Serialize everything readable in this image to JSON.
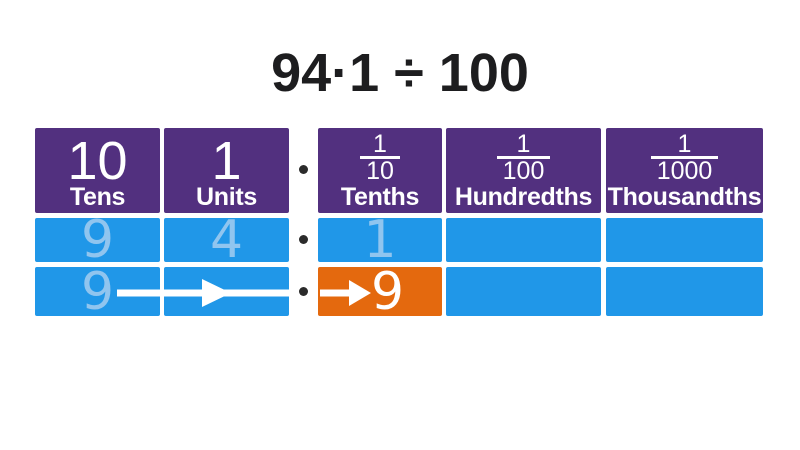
{
  "title": "94·1 ÷ 100",
  "colors": {
    "header_purple": "#52307f",
    "row_blue": "#2097e8",
    "highlight_orange": "#e4690e",
    "digit_light_blue": "#90c5ef",
    "decimal_dot": "#2b2b2b",
    "title_text": "#1d1d1f",
    "arrow_white": "#ffffff"
  },
  "table": {
    "headers": [
      {
        "value": "10",
        "label": "Tens"
      },
      {
        "value": "1",
        "label": "Units"
      },
      {
        "fraction": {
          "numerator": "1",
          "denominator": "10"
        },
        "label": "Tenths"
      },
      {
        "fraction": {
          "numerator": "1",
          "denominator": "100"
        },
        "label": "Hundredths"
      },
      {
        "fraction": {
          "numerator": "1",
          "denominator": "1000"
        },
        "label": "Thousandths"
      }
    ],
    "rows": [
      {
        "tens": "9",
        "units": "4",
        "tenths": "1",
        "hundredths": "",
        "thousandths": ""
      },
      {
        "tens": "9",
        "units": "",
        "tenths": "9",
        "hundredths": "",
        "thousandths": ""
      }
    ]
  }
}
